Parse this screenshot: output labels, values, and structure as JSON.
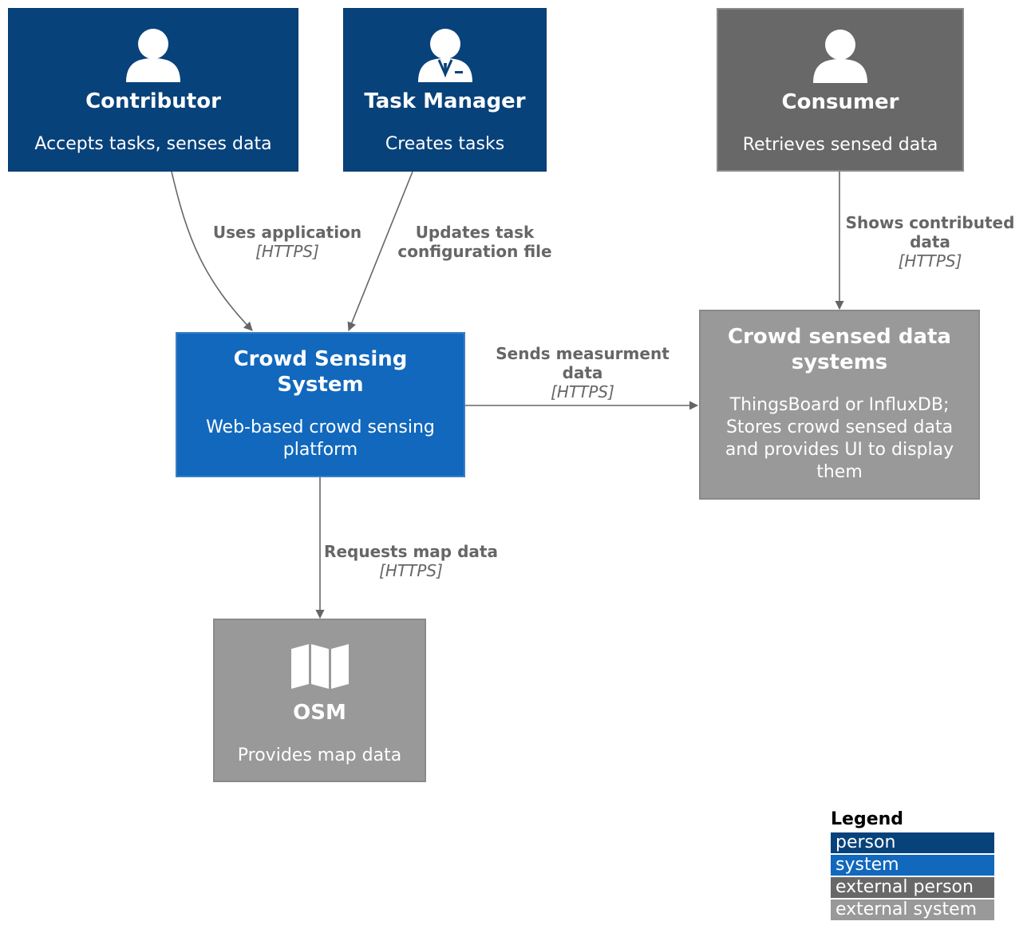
{
  "nodes": {
    "contributor": {
      "title": "Contributor",
      "desc": "Accepts tasks, senses data"
    },
    "task_manager": {
      "title": "Task Manager",
      "desc": "Creates tasks"
    },
    "consumer": {
      "title": "Consumer",
      "desc": "Retrieves sensed data"
    },
    "crowd_sensing": {
      "title": "Crowd Sensing System",
      "desc": "Web-based crowd sensing platform"
    },
    "data_systems": {
      "title": "Crowd sensed data systems",
      "desc": "ThingsBoard or InfluxDB; Stores crowd sensed data and provides UI to display them"
    },
    "osm": {
      "title": "OSM",
      "desc": "Provides map data"
    }
  },
  "edges": {
    "uses_app": {
      "label": "Uses application",
      "tech": "[HTTPS]"
    },
    "updates_task": {
      "label": "Updates task configuration file",
      "tech": ""
    },
    "shows_data": {
      "label": "Shows contributed data",
      "tech": "[HTTPS]"
    },
    "sends_data": {
      "label": "Sends measurment data",
      "tech": "[HTTPS]"
    },
    "requests_map": {
      "label": "Requests map data",
      "tech": "[HTTPS]"
    }
  },
  "legend": {
    "title": "Legend",
    "items": [
      {
        "label": "person",
        "color": "#08427b"
      },
      {
        "label": "system",
        "color": "#1168bd"
      },
      {
        "label": "external person",
        "color": "#686868"
      },
      {
        "label": "external system",
        "color": "#999999"
      }
    ]
  },
  "colors": {
    "person": "#08427b",
    "system": "#1168bd",
    "external_person": "#686868",
    "external_system": "#999999",
    "edge": "#666666"
  },
  "icons": {
    "contributor": "person-icon",
    "task_manager": "manager-icon",
    "consumer": "person-icon",
    "osm": "map-icon"
  }
}
